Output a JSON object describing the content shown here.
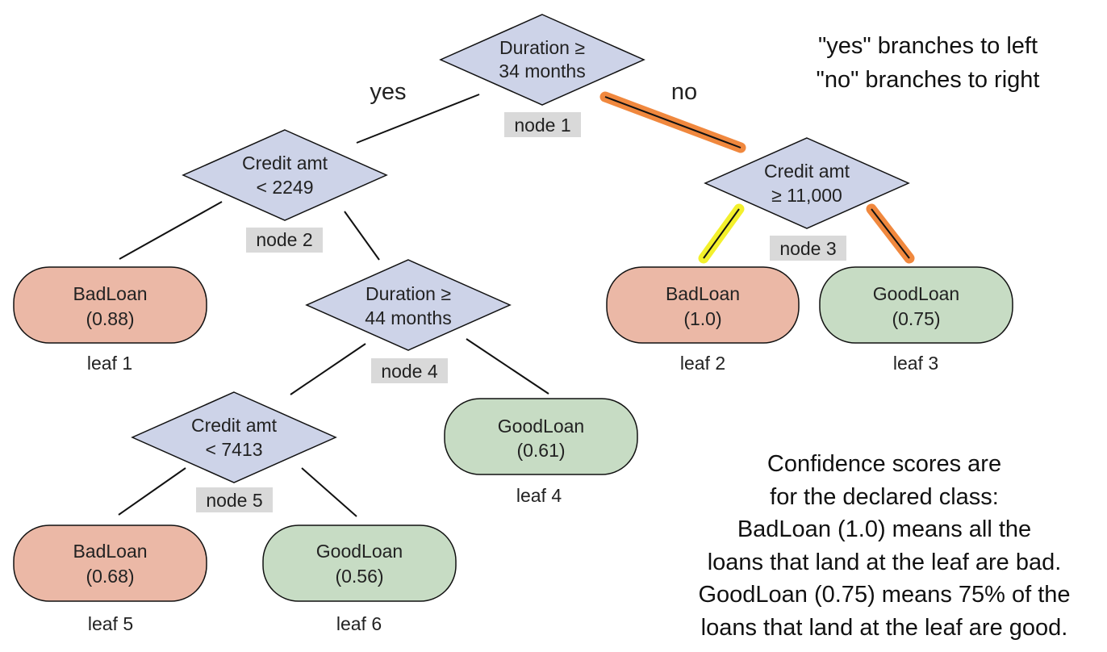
{
  "legend": {
    "line1": "\"yes\" branches to left",
    "line2": "\"no\" branches to right"
  },
  "branch_labels": {
    "yes": "yes",
    "no": "no"
  },
  "decision_nodes": [
    {
      "id": "node1",
      "line1": "Duration ≥",
      "line2": "34 months",
      "tag": "node 1"
    },
    {
      "id": "node2",
      "line1": "Credit amt",
      "line2": "< 2249",
      "tag": "node 2"
    },
    {
      "id": "node3",
      "line1": "Credit amt",
      "line2": "≥ 11,000",
      "tag": "node 3"
    },
    {
      "id": "node4",
      "line1": "Duration ≥",
      "line2": "44 months",
      "tag": "node 4"
    },
    {
      "id": "node5",
      "line1": "Credit amt",
      "line2": "< 7413",
      "tag": "node 5"
    }
  ],
  "leaves": [
    {
      "id": "leaf1",
      "class": "BadLoan",
      "score": "(0.88)",
      "caption": "leaf 1"
    },
    {
      "id": "leaf2",
      "class": "BadLoan",
      "score": "(1.0)",
      "caption": "leaf 2"
    },
    {
      "id": "leaf3",
      "class": "GoodLoan",
      "score": "(0.75)",
      "caption": "leaf 3"
    },
    {
      "id": "leaf4",
      "class": "GoodLoan",
      "score": "(0.61)",
      "caption": "leaf 4"
    },
    {
      "id": "leaf5",
      "class": "BadLoan",
      "score": "(0.68)",
      "caption": "leaf 5"
    },
    {
      "id": "leaf6",
      "class": "GoodLoan",
      "score": "(0.56)",
      "caption": "leaf 6"
    }
  ],
  "confidence_note": [
    "Confidence scores are",
    "for the declared class:",
    "BadLoan (1.0) means all the",
    "loans that land at the leaf are bad.",
    "GoodLoan (0.75) means 75% of the",
    "loans that land at the leaf are good."
  ],
  "colors": {
    "decision_fill": "#cdd3e8",
    "badloan_fill": "#ebb8a6",
    "goodloan_fill": "#c7dcc4",
    "tag_fill": "#d9d9d9",
    "path_orange": "#f0883e",
    "path_yellow": "#f3f02c"
  }
}
